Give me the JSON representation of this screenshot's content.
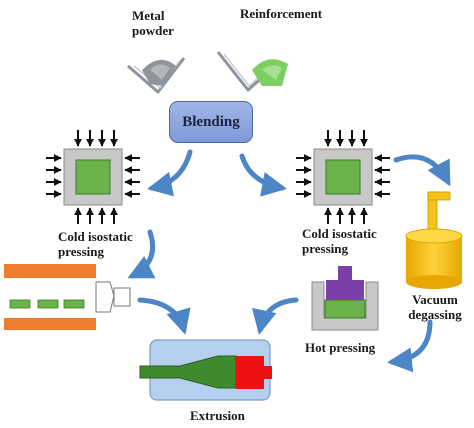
{
  "labels": {
    "metal_powder": "Metal\npowder",
    "reinforcement": "Reinforcement",
    "blending": "Blending",
    "cip_left": "Cold isostatic\npressing",
    "cip_right": "Cold isostatic\npressing",
    "vacuum_degassing": "Vacuum\ndegassing",
    "hot_pressing": "Hot pressing",
    "extrusion": "Extrusion"
  },
  "colors": {
    "powder_grey": "#8f949c",
    "reinforcement_green": "#7ccf63",
    "blending_box": "#8fa8df",
    "compact_green": "#6bb24a",
    "die_grey": "#c8c8c8",
    "arrow_blue": "#4d86c6",
    "degassing_yellow": "#f6c21c",
    "hot_press_purple": "#7a3fa8",
    "extrusion_press_orange": "#ee7d2e",
    "extrusion_container": "#b5cfee",
    "extrusion_billet_red": "#ee1111",
    "extrusion_product_green": "#3f8a2f"
  },
  "icons": [
    "funnel-icon",
    "pressure-arrow-icon",
    "process-flow-arrow-icon",
    "can-icon",
    "press-die-icon"
  ]
}
